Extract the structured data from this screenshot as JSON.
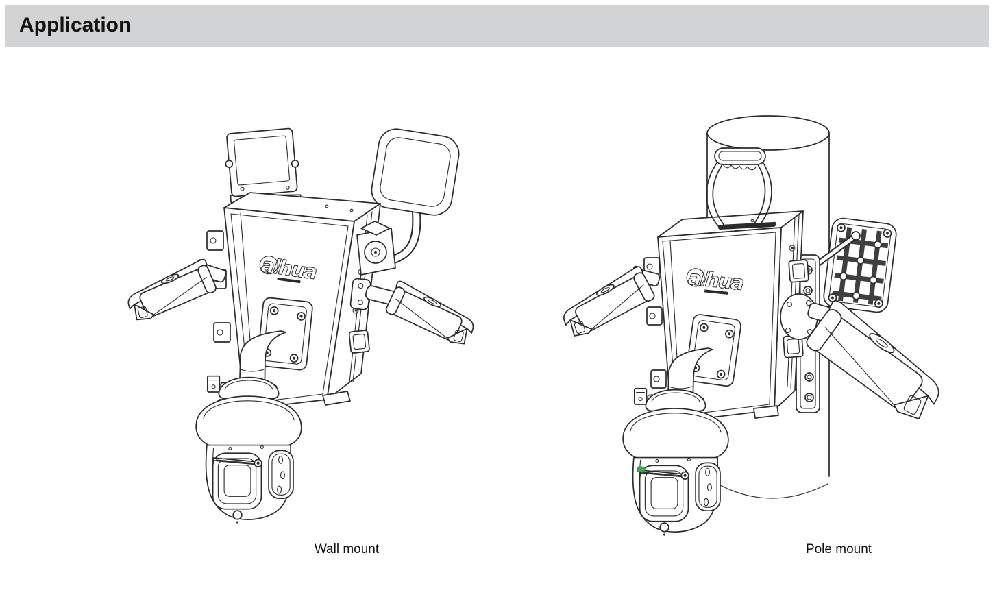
{
  "header": {
    "title": "Application",
    "background_color": "#d1d3d4",
    "text_color": "#121212"
  },
  "figures": [
    {
      "id": "wall-mount",
      "caption": "Wall mount",
      "brand_logo_text": "alhua",
      "components": [
        "monitor",
        "wireless-antenna-panel",
        "equipment-cabinet",
        "bullet-camera-left",
        "bullet-camera-right",
        "wall-mount-bracket",
        "ptz-dome-camera"
      ]
    },
    {
      "id": "pole-mount",
      "caption": "Pole mount",
      "brand_logo_text": "alhua",
      "components": [
        "pole",
        "hanging-strap",
        "equipment-cabinet",
        "pole-mount-grid-plate",
        "support-rod",
        "pole-bracket-plate",
        "bullet-camera-left",
        "bullet-camera-right",
        "wall-mount-bracket",
        "ptz-dome-camera"
      ]
    }
  ],
  "colors": {
    "line": "#2b2b2b",
    "fill": "#ffffff",
    "wiper_highlight_green": "#2db34a"
  }
}
